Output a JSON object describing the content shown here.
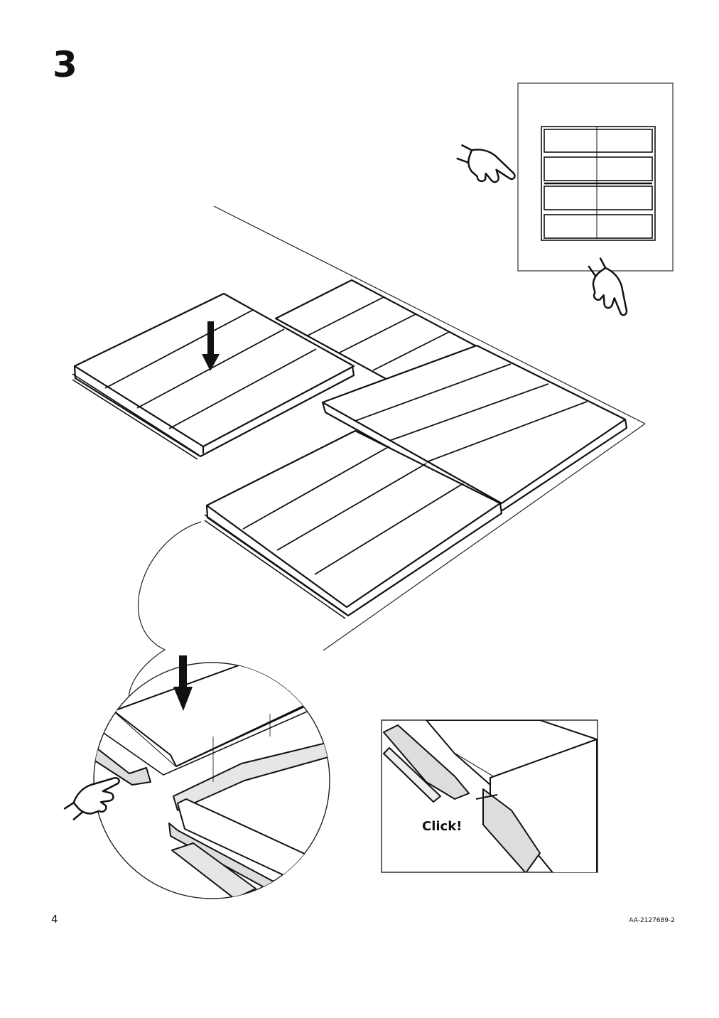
{
  "step": {
    "number": "3"
  },
  "callout": {
    "click_text": "Click!"
  },
  "footer": {
    "page_number": "4",
    "document_code": "AA-2127689-2"
  },
  "icons": [
    "hand-pointing-icon",
    "down-arrow-icon"
  ]
}
